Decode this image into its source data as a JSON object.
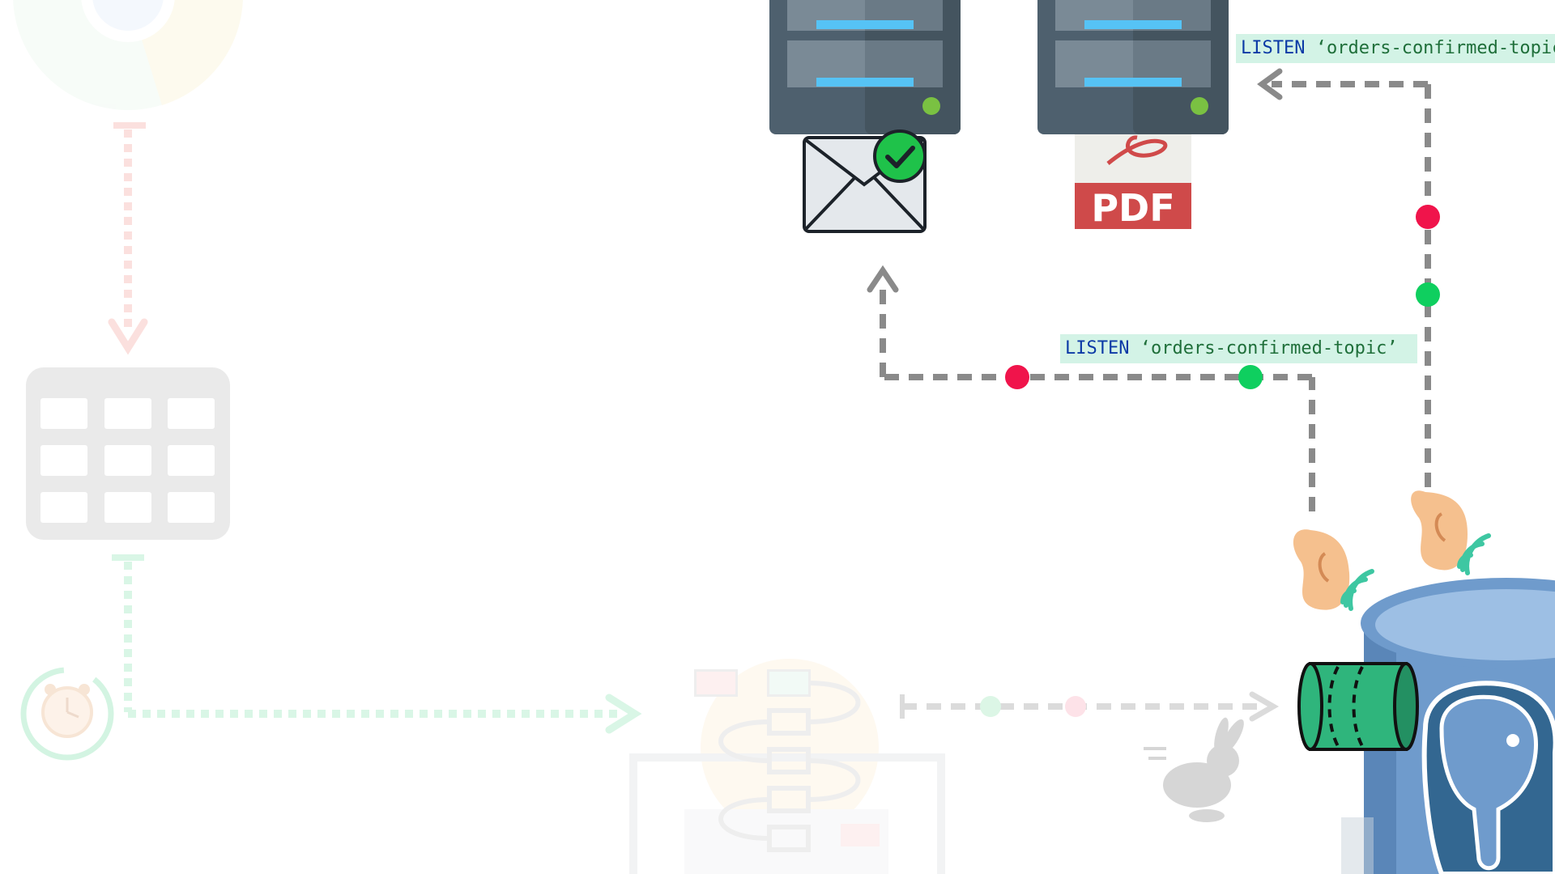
{
  "listen_labels": {
    "top": {
      "keyword": "LISTEN",
      "topic": "‘orders-confirmed-topic’"
    },
    "middle": {
      "keyword": "LISTEN",
      "topic": "‘orders-confirmed-topic’"
    }
  },
  "pdf_badge": {
    "text": "PDF"
  },
  "colors": {
    "arrow_gray": "#8a8a8a",
    "message_red": "#f0144b",
    "message_green": "#0fcf5f",
    "label_bg": "#d3f3e6",
    "server_body": "#4e606e",
    "server_light": "#56c3f5",
    "postgres_blue": "#7fa6d3",
    "channel_green": "#2fb57c"
  },
  "icons": [
    "browser-icon",
    "table-icon",
    "alarm-clock-icon",
    "workflow-icon",
    "rabbit-icon",
    "email-server-icon",
    "pdf-server-icon",
    "envelope-icon",
    "checkmark-icon",
    "pdf-icon",
    "ear-icon",
    "sound-waves-icon",
    "channel-pipe-icon",
    "postgres-database-icon",
    "postgres-elephant-icon"
  ]
}
